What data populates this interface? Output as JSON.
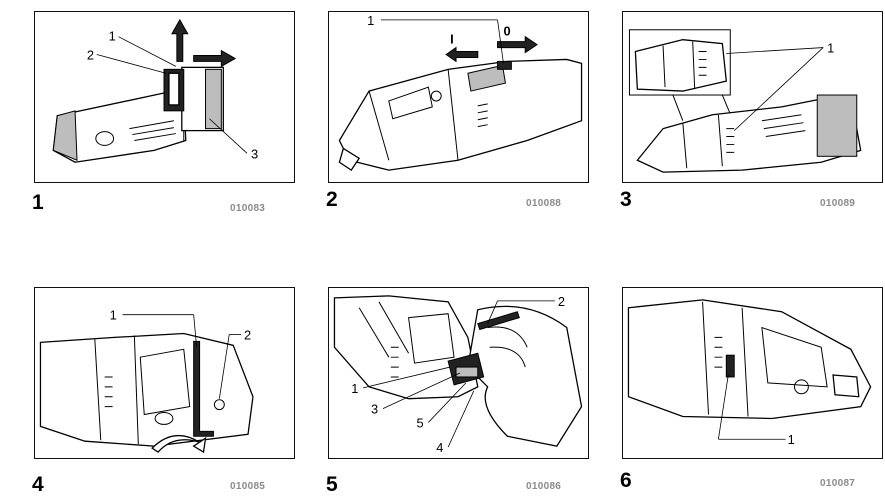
{
  "figures": [
    {
      "number": "1",
      "code": "010083",
      "callouts": [
        "1",
        "2",
        "3"
      ]
    },
    {
      "number": "2",
      "code": "010088",
      "callouts": [
        "1"
      ],
      "switch_marks": [
        "I",
        "0"
      ]
    },
    {
      "number": "3",
      "code": "010089",
      "callouts": [
        "1"
      ]
    },
    {
      "number": "4",
      "code": "010085",
      "callouts": [
        "1",
        "2"
      ]
    },
    {
      "number": "5",
      "code": "010086",
      "callouts": [
        "2",
        "1",
        "3",
        "5",
        "4"
      ]
    },
    {
      "number": "6",
      "code": "010087",
      "callouts": [
        "1"
      ]
    }
  ]
}
